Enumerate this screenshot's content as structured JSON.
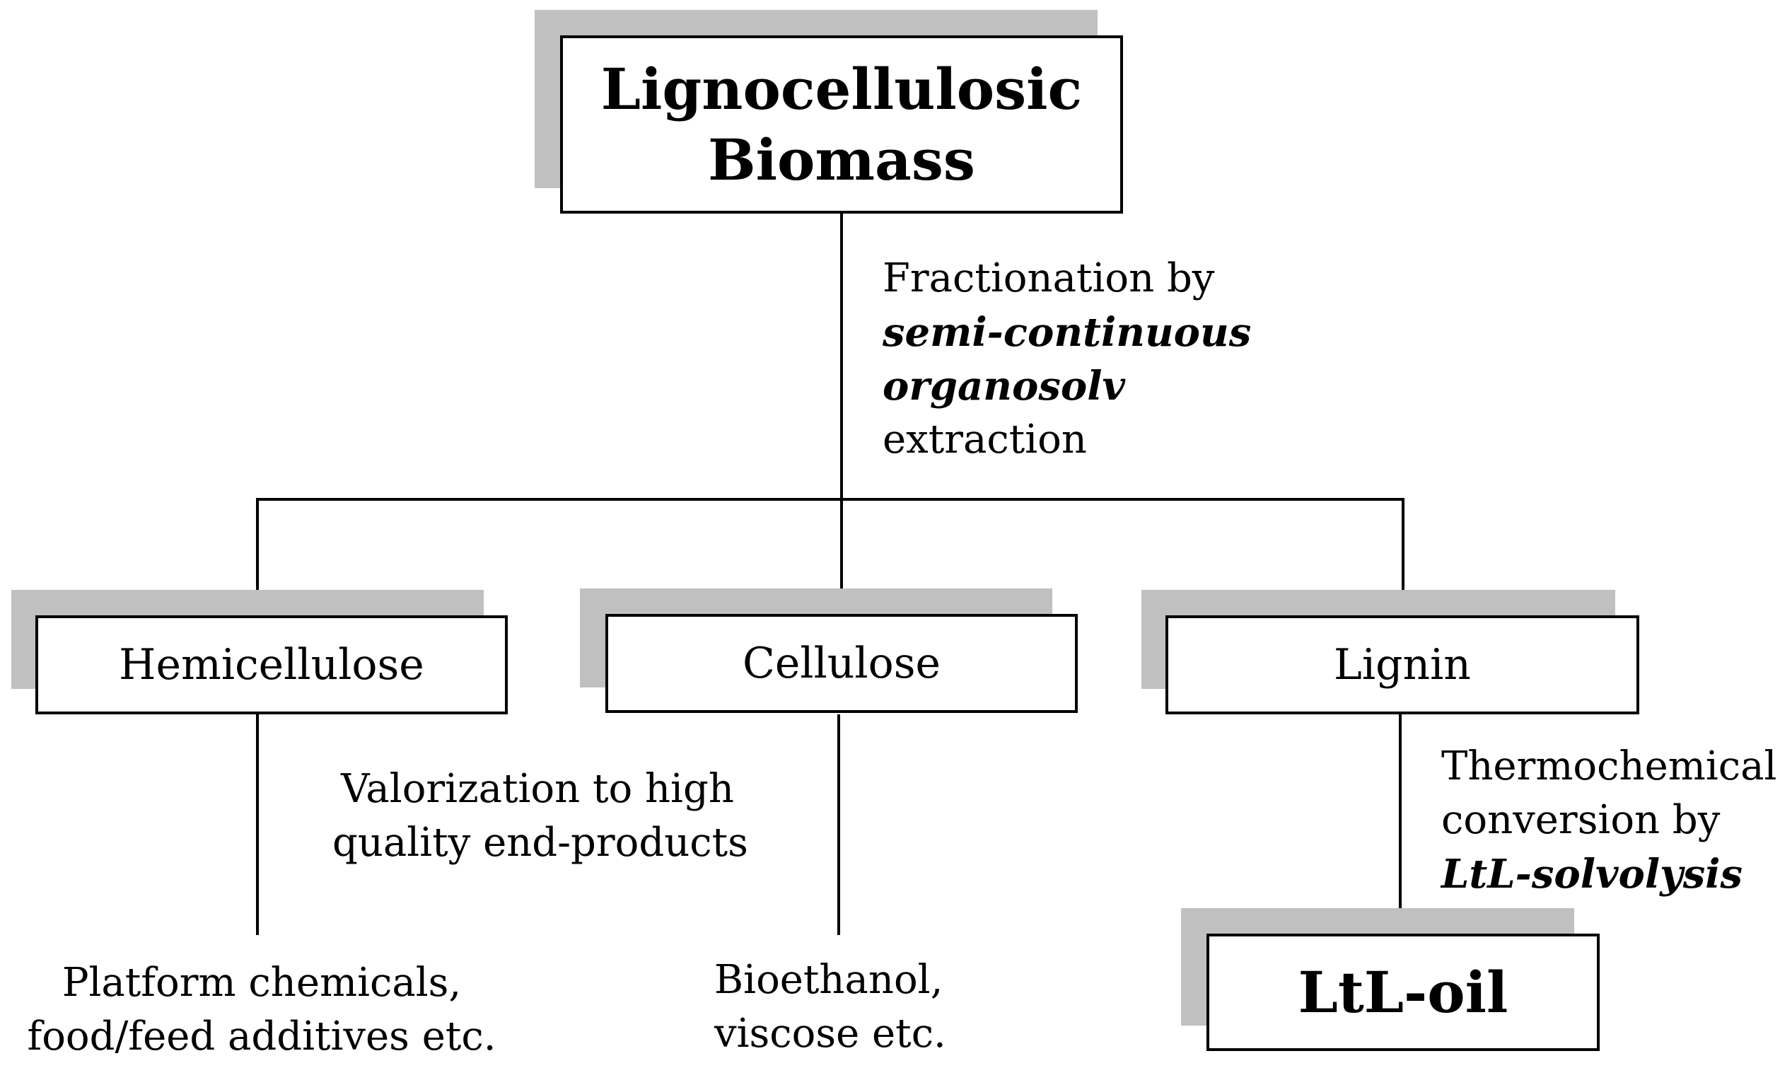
{
  "root": {
    "line1": "Lignocellulosic",
    "line2": "Biomass"
  },
  "fractionation": {
    "line1": "Fractionation by",
    "line2": "semi-continuous",
    "line3": "organosolv",
    "line4": "extraction"
  },
  "fractions": [
    "Hemicellulose",
    "Cellulose",
    "Lignin"
  ],
  "valorization": {
    "line1": "Valorization to high",
    "line2": "quality end-products"
  },
  "products": {
    "hemicellulose": {
      "line1": "Platform chemicals,",
      "line2": "food/feed additives etc."
    },
    "cellulose": {
      "line1": "Bioethanol,",
      "line2": "viscose etc."
    }
  },
  "conversion": {
    "line1": "Thermochemical",
    "line2": "conversion by",
    "line3": "LtL-solvolysis"
  },
  "output": "LtL-oil",
  "colors": {
    "shadow": "#c0c0c0",
    "border": "#000000",
    "background": "#ffffff"
  }
}
